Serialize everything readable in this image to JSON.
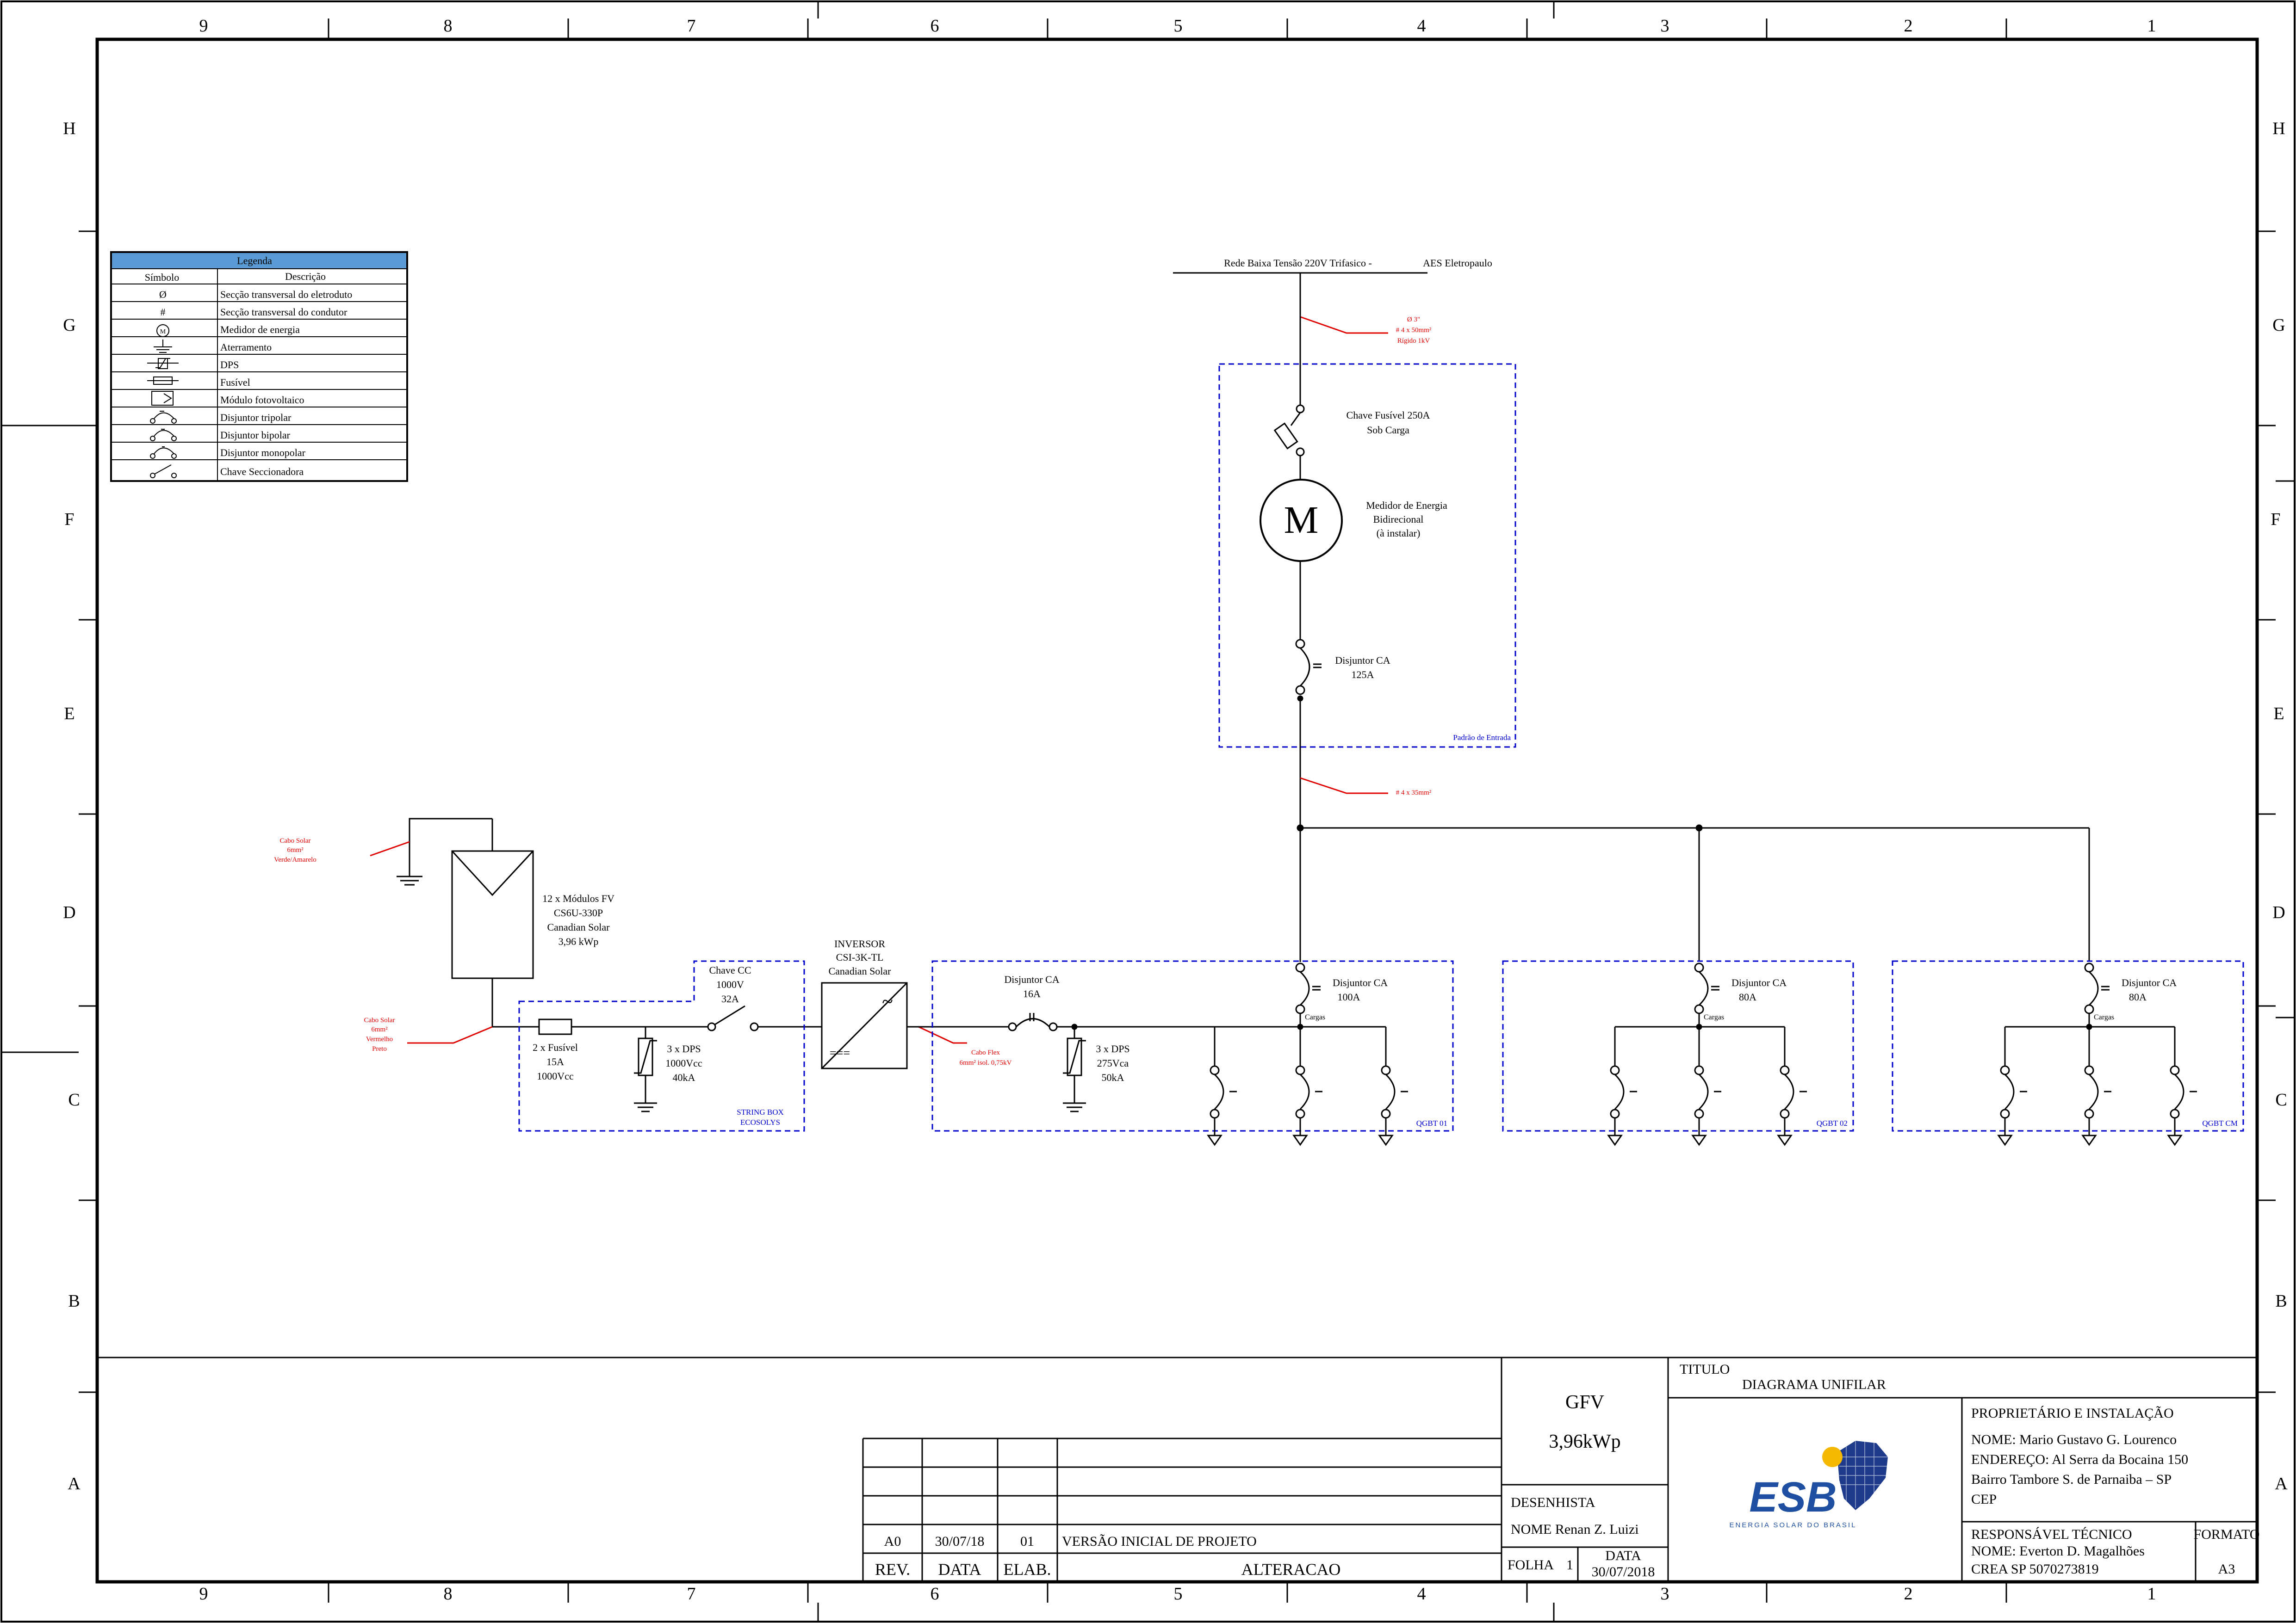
{
  "grid": {
    "columns": [
      "9",
      "8",
      "7",
      "6",
      "5",
      "4",
      "3",
      "2",
      "1"
    ],
    "rows": [
      "H",
      "G",
      "F",
      "E",
      "D",
      "C",
      "B",
      "A"
    ]
  },
  "legend": {
    "title": "Legenda",
    "col_symbol": "Símbolo",
    "col_desc": "Descrição",
    "items": [
      {
        "symbol": "Ø",
        "desc": "Secção transversal do eletroduto"
      },
      {
        "symbol": "#",
        "desc": "Secção transversal do condutor"
      },
      {
        "symbol": "meter",
        "desc": "Medidor de energia"
      },
      {
        "symbol": "ground",
        "desc": "Aterramento"
      },
      {
        "symbol": "dps",
        "desc": "DPS"
      },
      {
        "symbol": "fuse",
        "desc": "Fusível"
      },
      {
        "symbol": "pv",
        "desc": "Módulo fotovoltaico"
      },
      {
        "symbol": "breaker3",
        "desc": "Disjuntor tripolar"
      },
      {
        "symbol": "breaker2",
        "desc": "Disjuntor bipolar"
      },
      {
        "symbol": "breaker1",
        "desc": "Disjuntor monopolar"
      },
      {
        "symbol": "switch",
        "desc": "Chave Seccionadora"
      }
    ],
    "meter_letter": "M"
  },
  "grid_supply": {
    "network": "Rede Baixa Tensão 220V Trifasico -",
    "utility": "AES Eletropaulo"
  },
  "input_cable": {
    "line1": "Ø 3\"",
    "line2": "# 4 x 50mm²",
    "line3": "Rígido 1kV"
  },
  "fuse_switch": {
    "line1": "Chave Fusível 250A",
    "line2": "Sob Carga"
  },
  "meter": {
    "letter": "M",
    "line1": "Medidor de Energia",
    "line2": "Bidirecional",
    "line3": "(à instalar)"
  },
  "main_breaker": {
    "line1": "Disjuntor CA",
    "line2": "125A"
  },
  "entrance_box": "Padrão de Entrada",
  "feeder_cable": "# 4 x 35mm²",
  "pv_ground_cable": {
    "line1": "Cabo Solar",
    "line2": "6mm²",
    "line3": "Verde/Amarelo"
  },
  "pv_modules": {
    "line1": "12 x Módulos FV",
    "line2": "CS6U-330P",
    "line3": "Canadian Solar",
    "line4": "3,96 kWp"
  },
  "pv_cable": {
    "line1": "Cabo Solar",
    "line2": "6mm²",
    "line3": "Vermelho",
    "line4": "Preto"
  },
  "dc_fuse": {
    "line1": "2 x Fusível",
    "line2": "15A",
    "line3": "1000Vcc"
  },
  "dc_dps": {
    "line1": "3 x DPS",
    "line2": "1000Vcc",
    "line3": "40kA"
  },
  "dc_switch": {
    "line1": "Chave CC",
    "line2": "1000V",
    "line3": "32A"
  },
  "string_box": {
    "line1": "STRING BOX",
    "line2": "ECOSOLYS"
  },
  "inverter": {
    "line1": "INVERSOR",
    "line2": "CSI-3K-TL",
    "line3": "Canadian Solar",
    "ac_symbol": "~",
    "dc_symbol": "==="
  },
  "ac_cable": {
    "line1": "Cabo Flex",
    "line2": "6mm² isol. 0,75kV"
  },
  "ac_breaker": {
    "line1": "Disjuntor CA",
    "line2": "16A"
  },
  "ac_dps": {
    "line1": "3 x DPS",
    "line2": "275Vca",
    "line3": "50kA"
  },
  "panels": [
    {
      "breaker_label": "Disjuntor CA",
      "breaker_rating": "100A",
      "loads": "Cargas",
      "name": "QGBT 01"
    },
    {
      "breaker_label": "Disjuntor CA",
      "breaker_rating": "80A",
      "loads": "Cargas",
      "name": "QGBT 02"
    },
    {
      "breaker_label": "Disjuntor CA",
      "breaker_rating": "80A",
      "loads": "Cargas",
      "name": "QGBT CM"
    }
  ],
  "title_block": {
    "project_code": "GFV",
    "project_power": "3,96kWp",
    "titulo_label": "TITULO",
    "titulo": "DIAGRAMA UNIFILAR",
    "logo_text": "ESB",
    "logo_sub": "ENERGIA SOLAR DO BRASIL",
    "desenhista_label": "DESENHISTA",
    "desenhista": "NOME Renan Z. Luizi",
    "folha_label": "FOLHA",
    "folha": "1",
    "data_label": "DATA",
    "data": "30/07/2018",
    "owner_label": "PROPRIETÁRIO E INSTALAÇÃO",
    "owner_name": "NOME: Mario Gustavo G. Lourenco",
    "owner_addr": "ENDEREÇO: Al Serra da Bocaina 150",
    "owner_city": "Bairro Tambore S. de Parnaiba – SP",
    "owner_cep": "CEP",
    "tech_label": "RESPONSÁVEL TÉCNICO",
    "tech_name": "NOME: Everton D. Magalhões",
    "tech_crea": "CREA    SP  5070273819",
    "format_label": "FORMATO",
    "format": "A3"
  },
  "revisions": {
    "rows": [
      {
        "rev": "A0",
        "date": "30/07/18",
        "elab": "01",
        "desc": "VERSÃO INICIAL DE PROJETO"
      }
    ],
    "header": {
      "rev": "REV.",
      "date": "DATA",
      "elab": "ELAB.",
      "desc": "ALTERACAO"
    }
  },
  "colors": {
    "line": "#000000",
    "annotation": "#e00000",
    "box": "#0000cc",
    "legend_header": "#5b9bd5"
  }
}
